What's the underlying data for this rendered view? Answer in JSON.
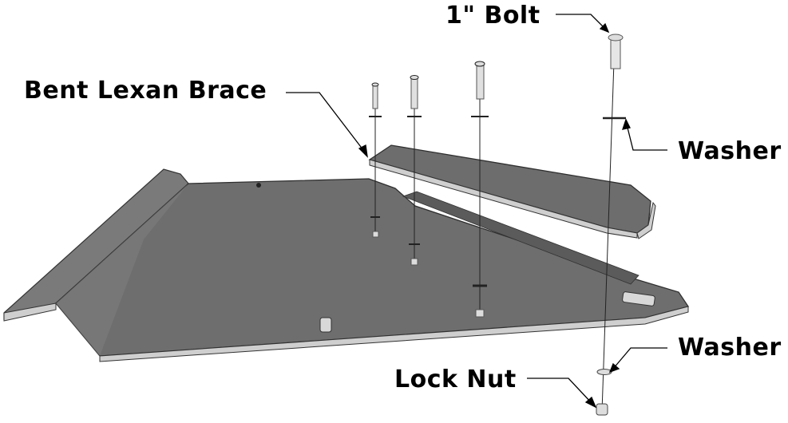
{
  "labels": {
    "bolt": "1\" Bolt",
    "brace": "Bent Lexan Brace",
    "washer_top": "Washer",
    "washer_bottom": "Washer",
    "lock_nut": "Lock Nut"
  },
  "colors": {
    "plate_top": "#6f6f6f",
    "plate_edge": "#c8c8c8",
    "plate_outline": "#333333",
    "hardware": "#d9d9d9"
  }
}
